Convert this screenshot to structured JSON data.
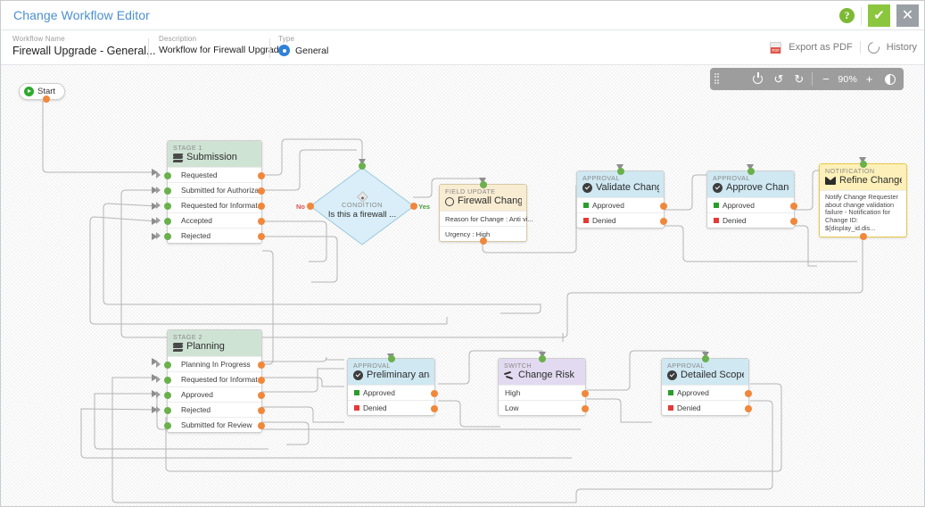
{
  "window": {
    "title": "Change Workflow Editor",
    "help_icon": "question-mark-icon",
    "confirm_label": "✔",
    "cancel_label": "✕"
  },
  "meta": {
    "name_label": "Workflow Name",
    "name_value": "Firewall Upgrade - General...",
    "desc_label": "Description",
    "desc_value": "Workflow for Firewall Upgrade",
    "type_label": "Type",
    "type_value": "General",
    "export_label": "Export as PDF",
    "history_label": "History"
  },
  "zoombar": {
    "power_icon": "power-reset-icon",
    "undo_icon": "undo-icon",
    "redo_icon": "redo-icon",
    "undo_glyph": "↺",
    "redo_glyph": "↻",
    "minus": "−",
    "zoom_level": "90%",
    "plus": "+",
    "fit_icon": "contrast-icon"
  },
  "canvas": {
    "start": {
      "label": "Start",
      "icon": "play-circle-icon"
    },
    "nodes": [
      {
        "id": "stage1",
        "kind": "STAGE 1",
        "title": "Submission",
        "icon": "stack-icon",
        "header_style": "hdr-stage",
        "rows": [
          {
            "label": "Requested"
          },
          {
            "label": "Submitted for Authoriza..."
          },
          {
            "label": "Requested for Informat..."
          },
          {
            "label": "Accepted"
          },
          {
            "label": "Rejected"
          }
        ]
      },
      {
        "id": "condition1",
        "kind": "CONDITION",
        "title": "Is this a firewall ...",
        "icon": "condition-diamond-icon",
        "no_label": "No",
        "yes_label": "Yes"
      },
      {
        "id": "fieldupdate1",
        "kind": "FIELD UPDATE",
        "title": "Firewall Change fi...",
        "icon": "circle-outline-icon",
        "header_style": "hdr-field",
        "rows": [
          {
            "label": "Reason for Change : Anti vi..."
          },
          {
            "label": "Urgency : High"
          }
        ]
      },
      {
        "id": "approval1",
        "kind": "APPROVAL",
        "title": "Validate Change ...",
        "icon": "check-circle-icon",
        "header_style": "hdr-approval",
        "rows": [
          {
            "label": "Approved",
            "bullet": "green"
          },
          {
            "label": "Denied",
            "bullet": "red"
          }
        ]
      },
      {
        "id": "approval2",
        "kind": "APPROVAL",
        "title": "Approve Change ...",
        "icon": "check-circle-icon",
        "header_style": "hdr-approval",
        "rows": [
          {
            "label": "Approved",
            "bullet": "green"
          },
          {
            "label": "Denied",
            "bullet": "red"
          }
        ]
      },
      {
        "id": "notification1",
        "kind": "NOTIFICATION",
        "title": "Refine Change &...",
        "icon": "envelope-icon",
        "header_style": "hdr-notif",
        "body": "Notify Change Requester about change validation failure - Notification for Change ID: ${display_id.dis..."
      },
      {
        "id": "stage2",
        "kind": "STAGE 2",
        "title": "Planning",
        "icon": "stack-icon",
        "header_style": "hdr-stage",
        "rows": [
          {
            "label": "Planning In Progress"
          },
          {
            "label": "Requested for Informat..."
          },
          {
            "label": "Approved"
          },
          {
            "label": "Rejected"
          },
          {
            "label": "Submitted for Review"
          }
        ]
      },
      {
        "id": "approval3",
        "kind": "APPROVAL",
        "title": "Preliminary analy...",
        "icon": "check-circle-icon",
        "header_style": "hdr-approval",
        "rows": [
          {
            "label": "Approved",
            "bullet": "green"
          },
          {
            "label": "Denied",
            "bullet": "red"
          }
        ]
      },
      {
        "id": "switch1",
        "kind": "SWITCH",
        "title": "Change Risk",
        "icon": "switch-icon",
        "header_style": "hdr-switch",
        "rows": [
          {
            "label": "High"
          },
          {
            "label": "Low"
          }
        ]
      },
      {
        "id": "approval4",
        "kind": "APPROVAL",
        "title": "Detailed Scope of...",
        "icon": "check-circle-icon",
        "header_style": "hdr-approval",
        "rows": [
          {
            "label": "Approved",
            "bullet": "green"
          },
          {
            "label": "Denied",
            "bullet": "red"
          }
        ]
      }
    ]
  },
  "colors": {
    "title": "#4b8fd0",
    "confirm": "#8cc63e",
    "cancel": "#9aa0a6",
    "port_in": "#6ab04c",
    "port_out": "#f0883c",
    "stage_header": "#cfe3d4",
    "approval_header": "#cfe8f2",
    "field_header": "#f8ecd2",
    "switch_header": "#e2daf0",
    "notification_header": "#fdf0b8",
    "edge": "#b5b5b5"
  }
}
